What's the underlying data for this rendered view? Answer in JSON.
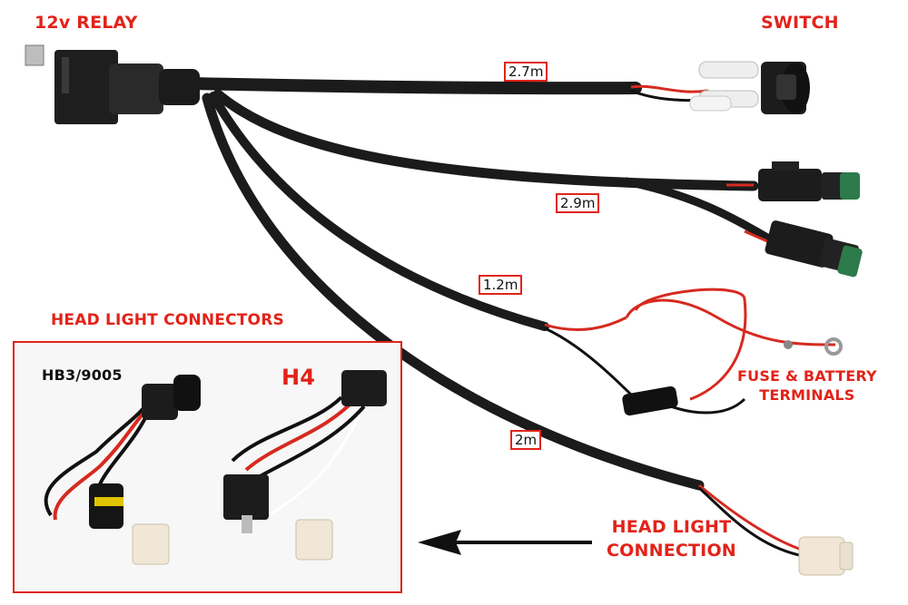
{
  "labels": {
    "relay": "12v RELAY",
    "switch": "SWITCH",
    "headlight_connectors": "HEAD LIGHT CONNECTORS",
    "hb3": "HB3/9005",
    "h4": "H4",
    "fuse_line1": "FUSE & BATTERY",
    "fuse_line2": "TERMINALS",
    "headlight_connection_line1": "HEAD LIGHT",
    "headlight_connection_line2": "CONNECTION"
  },
  "lengths": {
    "switch_cable": "2.7m",
    "lights_cable": "2.9m",
    "battery_cable": "1.2m",
    "headlight_cable": "2m"
  },
  "colors": {
    "accent": "#e2231a",
    "cable": "#1b1b1b"
  }
}
